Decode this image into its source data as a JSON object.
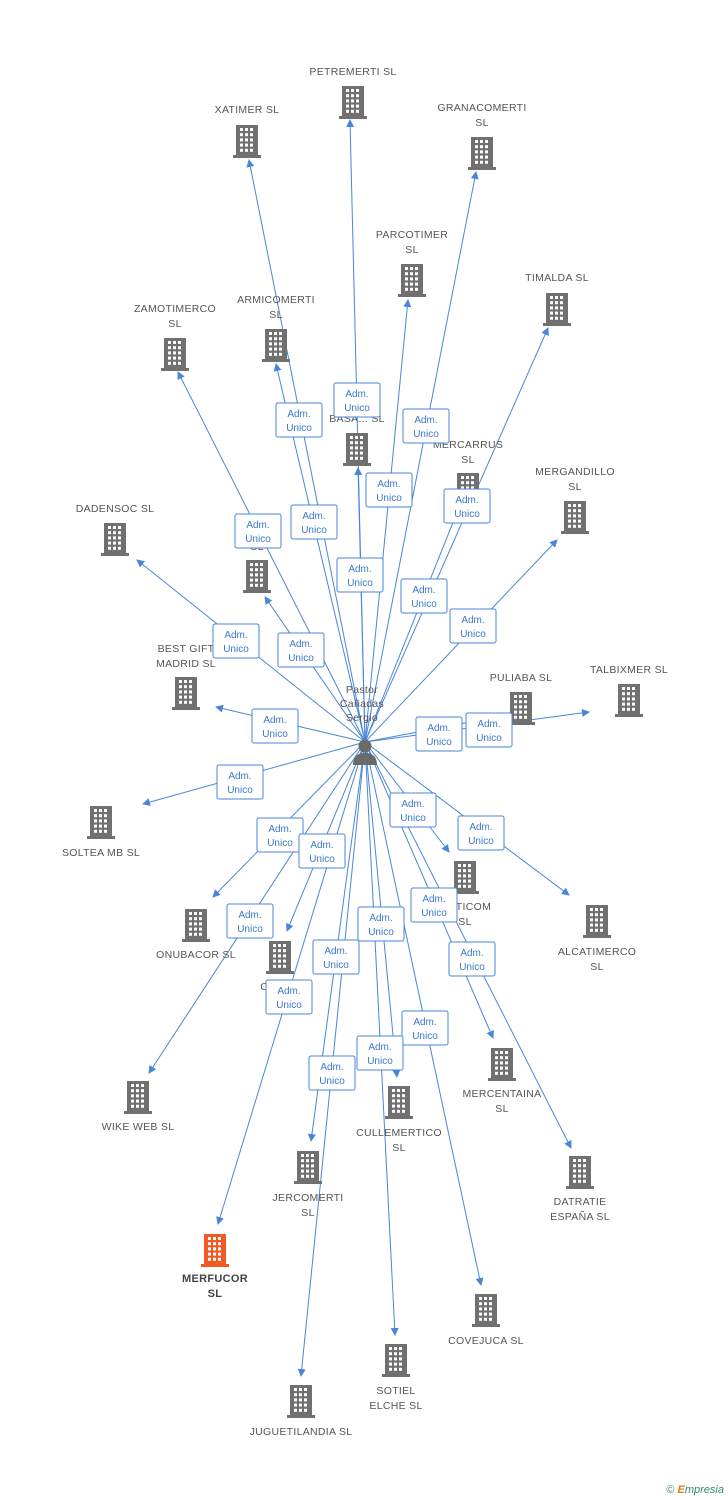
{
  "person": {
    "label_lines": [
      "Pastor",
      "Cañadas",
      "Sergio"
    ]
  },
  "edge_label": [
    "Adm.",
    "Unico"
  ],
  "colors": {
    "edge": "#4a86d8",
    "building": "#707070",
    "highlight": "#f05a24",
    "person": "#6a6a6a"
  },
  "nodes": [
    {
      "id": "petremerti",
      "lines": [
        "PETREMERTI  SL"
      ]
    },
    {
      "id": "xatimer",
      "lines": [
        "XATIMER  SL"
      ]
    },
    {
      "id": "granacomerti",
      "lines": [
        "GRANACOMERTI",
        "SL"
      ]
    },
    {
      "id": "parcotimer",
      "lines": [
        "PARCOTIMER",
        "SL"
      ]
    },
    {
      "id": "timalda",
      "lines": [
        "TIMALDA  SL"
      ]
    },
    {
      "id": "zamotimerco",
      "lines": [
        "ZAMOTIMERCO",
        "SL"
      ]
    },
    {
      "id": "armicomerti",
      "lines": [
        "ARMICOMERTI",
        "SL"
      ]
    },
    {
      "id": "basa",
      "lines": [
        "BASA...  SL"
      ]
    },
    {
      "id": "mercarrus",
      "lines": [
        "MERCARRUS",
        "SL"
      ]
    },
    {
      "id": "mergandillo",
      "lines": [
        "MERGANDILLO",
        "SL"
      ]
    },
    {
      "id": "dadensoc",
      "lines": [
        "DADENSOC  SL"
      ]
    },
    {
      "id": "al",
      "lines": [
        "AL...",
        "SL"
      ]
    },
    {
      "id": "bestgift",
      "lines": [
        "BEST GIFT",
        "MADRID  SL"
      ]
    },
    {
      "id": "puliaba",
      "lines": [
        "PULIABA  SL"
      ]
    },
    {
      "id": "talbixmer",
      "lines": [
        "TALBIXMER  SL"
      ]
    },
    {
      "id": "soltea",
      "lines": [
        "SOLTEA MB  SL"
      ]
    },
    {
      "id": "eticom",
      "lines": [
        "...ETICOM",
        "SL"
      ]
    },
    {
      "id": "alcatimerco",
      "lines": [
        "ALCATIMERCO",
        "SL"
      ]
    },
    {
      "id": "onubacor",
      "lines": [
        "ONUBACOR  SL"
      ]
    },
    {
      "id": "cot",
      "lines": [
        "COT...R"
      ]
    },
    {
      "id": "wikeweb",
      "lines": [
        "WIKE WEB  SL"
      ]
    },
    {
      "id": "mercentaina",
      "lines": [
        "MERCENTAINA",
        "SL"
      ]
    },
    {
      "id": "cullemertico",
      "lines": [
        "CULLEMERTICO",
        "SL"
      ]
    },
    {
      "id": "jercomerti",
      "lines": [
        "JERCOMERTI",
        "SL"
      ]
    },
    {
      "id": "datratie",
      "lines": [
        "DATRATIE",
        "ESPAÑA  SL"
      ]
    },
    {
      "id": "merfucor",
      "lines": [
        "MERFUCOR",
        "SL"
      ],
      "highlight": true
    },
    {
      "id": "covejuca",
      "lines": [
        "COVEJUCA SL"
      ]
    },
    {
      "id": "sotiel",
      "lines": [
        "SOTIEL",
        "ELCHE  SL"
      ]
    },
    {
      "id": "juguetilandia",
      "lines": [
        "JUGUETILANDIA SL"
      ]
    }
  ],
  "footer": {
    "copyright": "©",
    "brand_initial": "E",
    "brand_rest": "mpresia"
  }
}
